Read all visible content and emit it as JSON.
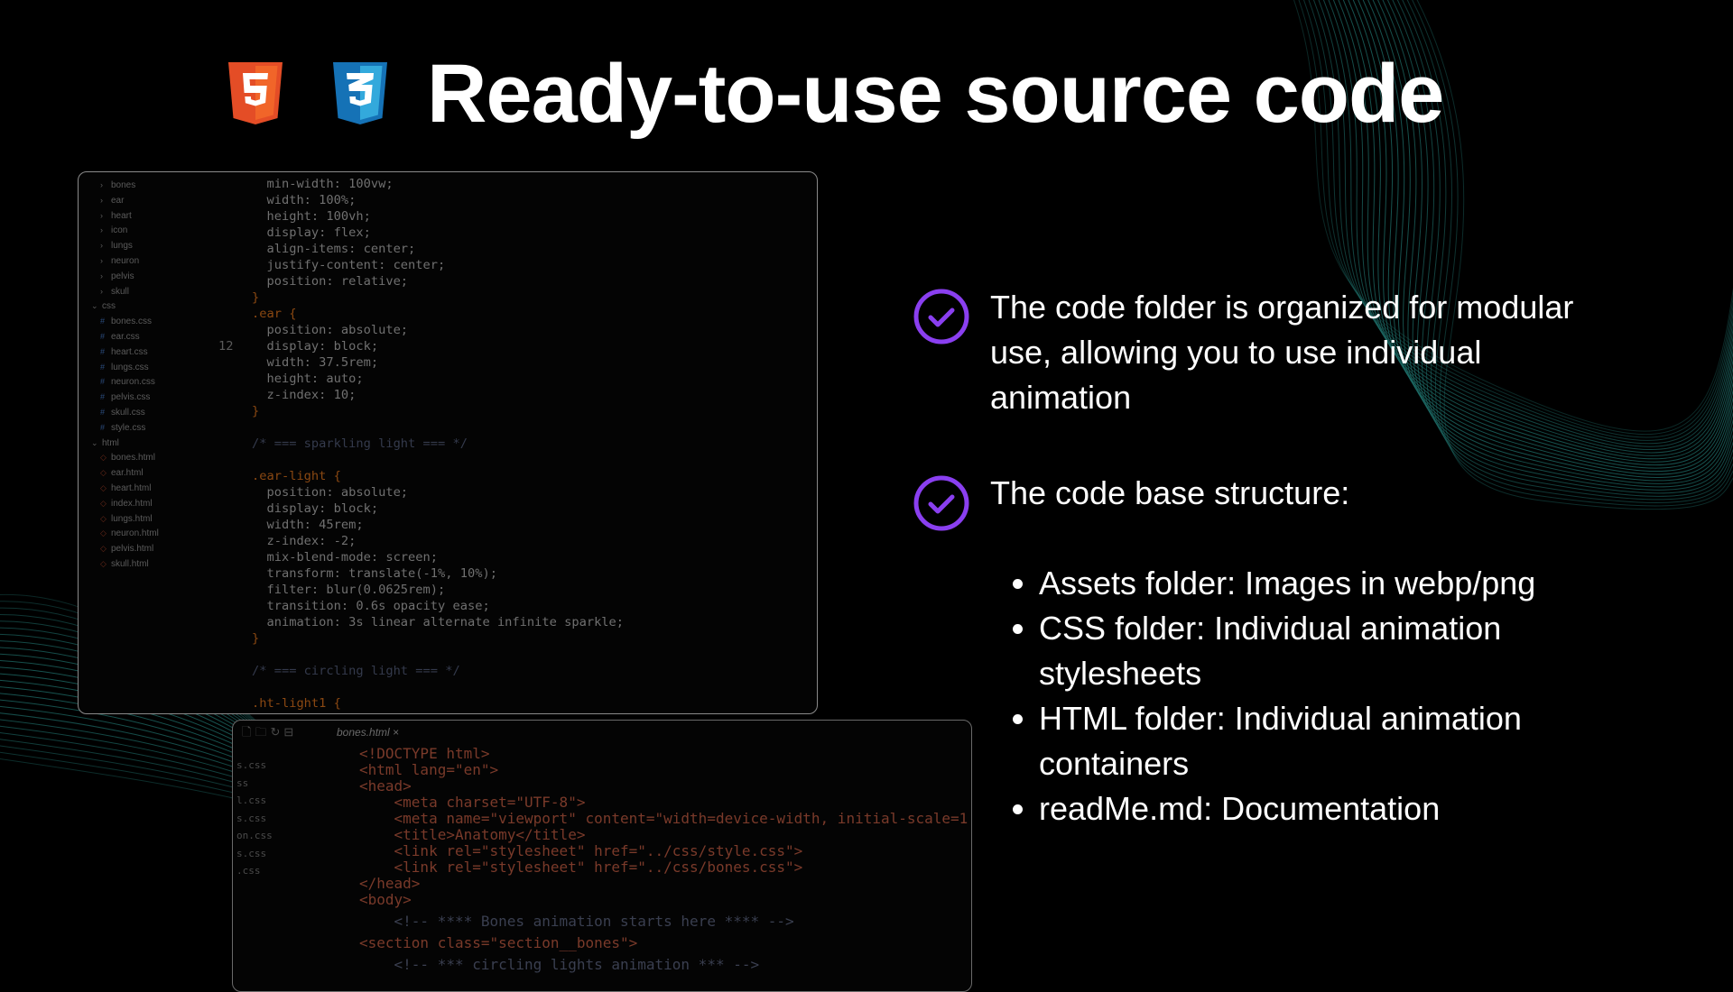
{
  "header": {
    "title": "Ready-to-use source code",
    "icons": [
      "html5-logo",
      "css3-logo"
    ]
  },
  "colors": {
    "accent": "#8a3ff0",
    "html5": "#e44d26",
    "css3": "#1f72b8",
    "wave": "#1f6f6a"
  },
  "editor_main": {
    "tree": [
      {
        "type": "folder",
        "label": "bones"
      },
      {
        "type": "folder",
        "label": "ear"
      },
      {
        "type": "folder",
        "label": "heart"
      },
      {
        "type": "folder",
        "label": "icon"
      },
      {
        "type": "folder",
        "label": "lungs"
      },
      {
        "type": "folder",
        "label": "neuron"
      },
      {
        "type": "folder",
        "label": "pelvis"
      },
      {
        "type": "folder",
        "label": "skull"
      },
      {
        "type": "open",
        "label": "css"
      },
      {
        "type": "css",
        "label": "bones.css"
      },
      {
        "type": "css",
        "label": "ear.css"
      },
      {
        "type": "css",
        "label": "heart.css"
      },
      {
        "type": "css",
        "label": "lungs.css"
      },
      {
        "type": "css",
        "label": "neuron.css"
      },
      {
        "type": "css",
        "label": "pelvis.css"
      },
      {
        "type": "css",
        "label": "skull.css"
      },
      {
        "type": "css",
        "label": "style.css"
      },
      {
        "type": "open",
        "label": "html"
      },
      {
        "type": "html",
        "label": "bones.html"
      },
      {
        "type": "html",
        "label": "ear.html"
      },
      {
        "type": "html",
        "label": "heart.html"
      },
      {
        "type": "html",
        "label": "index.html"
      },
      {
        "type": "html",
        "label": "lungs.html"
      },
      {
        "type": "html",
        "label": "neuron.html"
      },
      {
        "type": "html",
        "label": "pelvis.html"
      },
      {
        "type": "html",
        "label": "skull.html"
      }
    ],
    "line_number": "12",
    "code": [
      "  min-width: 100vw;",
      "  width: 100%;",
      "  height: 100vh;",
      "  display: flex;",
      "  align-items: center;",
      "  justify-content: center;",
      "  position: relative;",
      "}",
      ".ear {",
      "  position: absolute;",
      "  display: block;",
      "  width: 37.5rem;",
      "  height: auto;",
      "  z-index: 10;",
      "}",
      "",
      "/* === sparkling light === */",
      "",
      ".ear-light {",
      "  position: absolute;",
      "  display: block;",
      "  width: 45rem;",
      "  z-index: -2;",
      "  mix-blend-mode: screen;",
      "  transform: translate(-1%, 10%);",
      "  filter: blur(0.0625rem);",
      "  transition: 0.6s opacity ease;",
      "  animation: 3s linear alternate infinite sparkle;",
      "}",
      "",
      "/* === circling light === */",
      "",
      ".ht-light1 {"
    ]
  },
  "editor_secondary": {
    "tab": "bones.html",
    "tab_close": "×",
    "side_files": [
      "s.css",
      "ss",
      "l.css",
      "s.css",
      "on.css",
      "s.css",
      ".css"
    ],
    "code": [
      "<!DOCTYPE html>",
      "<html lang=\"en\">",
      "<head>",
      "    <meta charset=\"UTF-8\">",
      "    <meta name=\"viewport\" content=\"width=device-width, initial-scale=1",
      "    <title>Anatomy</title>",
      "    <link rel=\"stylesheet\" href=\"../css/style.css\">",
      "    <link rel=\"stylesheet\" href=\"../css/bones.css\">",
      "</head>",
      "<body>",
      "",
      "    <!-- **** Bones animation starts here **** -->",
      "",
      "<section class=\"section__bones\">",
      "",
      "    <!-- *** circling lights animation *** -->"
    ]
  },
  "features": [
    {
      "icon": "check-circle-icon",
      "text": "The code folder is organized for modular use, allowing you to use individual animation"
    },
    {
      "icon": "check-circle-icon",
      "text": "The code base structure:"
    }
  ],
  "structure": [
    "Assets folder: Images in webp/png",
    "CSS folder: Individual animation stylesheets",
    "HTML folder: Individual animation containers",
    "readMe.md: Documentation"
  ]
}
